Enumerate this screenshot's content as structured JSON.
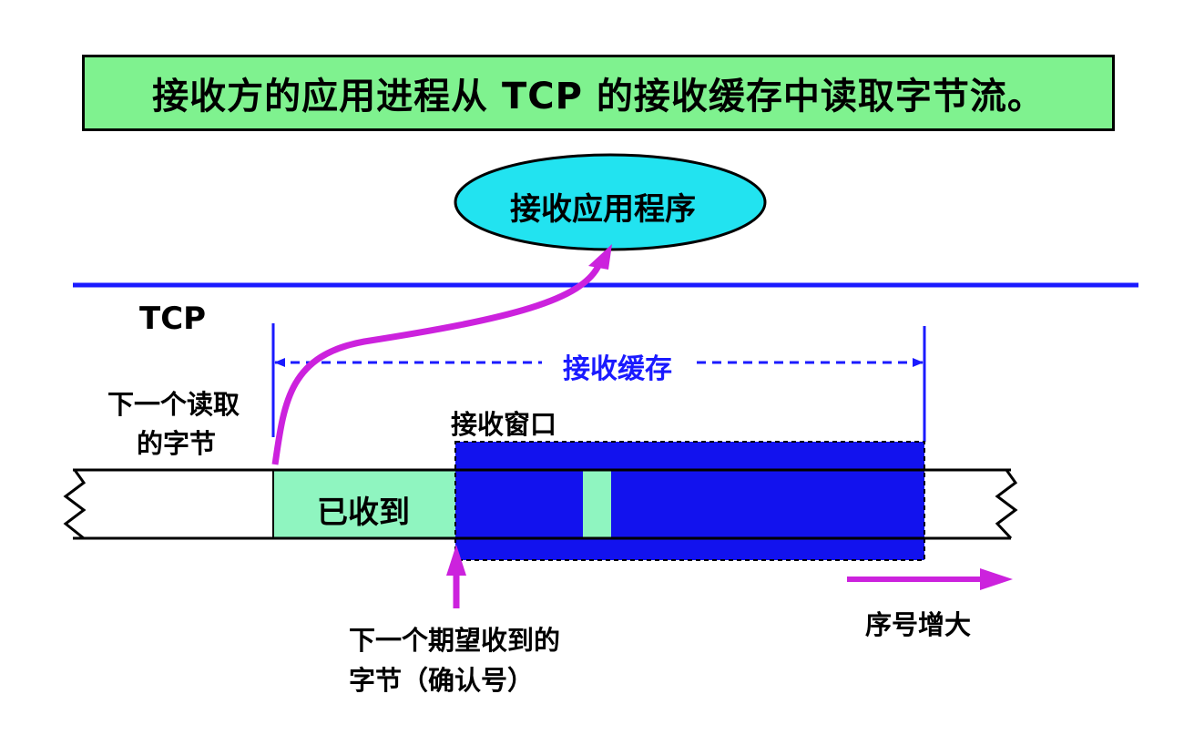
{
  "title": "接收方的应用进程从 TCP 的接收缓存中读取字节流。",
  "app_label": "接收应用程序",
  "tcp_label": "TCP",
  "next_read_label_line1": "下一个读取",
  "next_read_label_line2": "的字节",
  "recv_buffer_label": "接收缓存",
  "recv_window_label": "接收窗口",
  "received_label": "已收到",
  "next_expected_line1": "下一个期望收到的",
  "next_expected_line2": "字节（确认号）",
  "seq_increase_label": "序号增大",
  "colors": {
    "title_bg": "#7ff28f",
    "app_ellipse": "#22e3f0",
    "received_fill": "#8ff5c0",
    "window_fill": "#1212ee",
    "boundary_line": "#1a1aff",
    "arrow_magenta": "#cc22dd"
  }
}
